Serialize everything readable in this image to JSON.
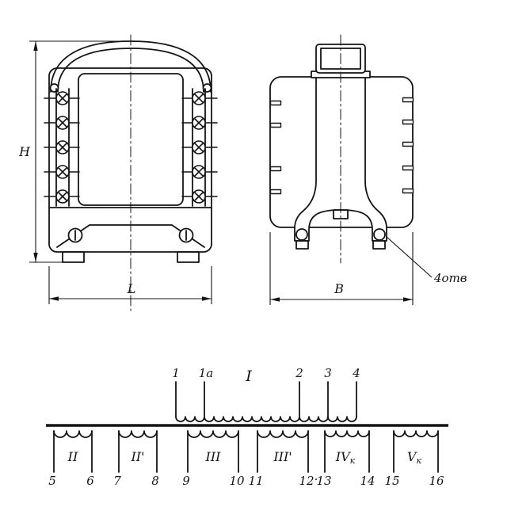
{
  "figure": {
    "front_view": {
      "dim_height_label": "H",
      "dim_width_label": "L"
    },
    "side_view": {
      "dim_width_label": "B",
      "holes_note": "4отв"
    },
    "schematic": {
      "primary_label": "I",
      "primary_terminals": [
        "1",
        "1а",
        "2",
        "3",
        "4"
      ],
      "separator_dot": "·",
      "windings": [
        {
          "label": "II",
          "sub": "",
          "t1": "5",
          "t2": "6"
        },
        {
          "label": "II'",
          "sub": "",
          "t1": "7",
          "t2": "8"
        },
        {
          "label": "III",
          "sub": "",
          "t1": "9",
          "t2": "10"
        },
        {
          "label": "III'",
          "sub": "",
          "t1": "11",
          "t2": "12"
        },
        {
          "label": "IV",
          "sub": "к",
          "t1": "13",
          "t2": "14"
        },
        {
          "label": "V",
          "sub": "к",
          "t1": "15",
          "t2": "16"
        }
      ]
    }
  }
}
